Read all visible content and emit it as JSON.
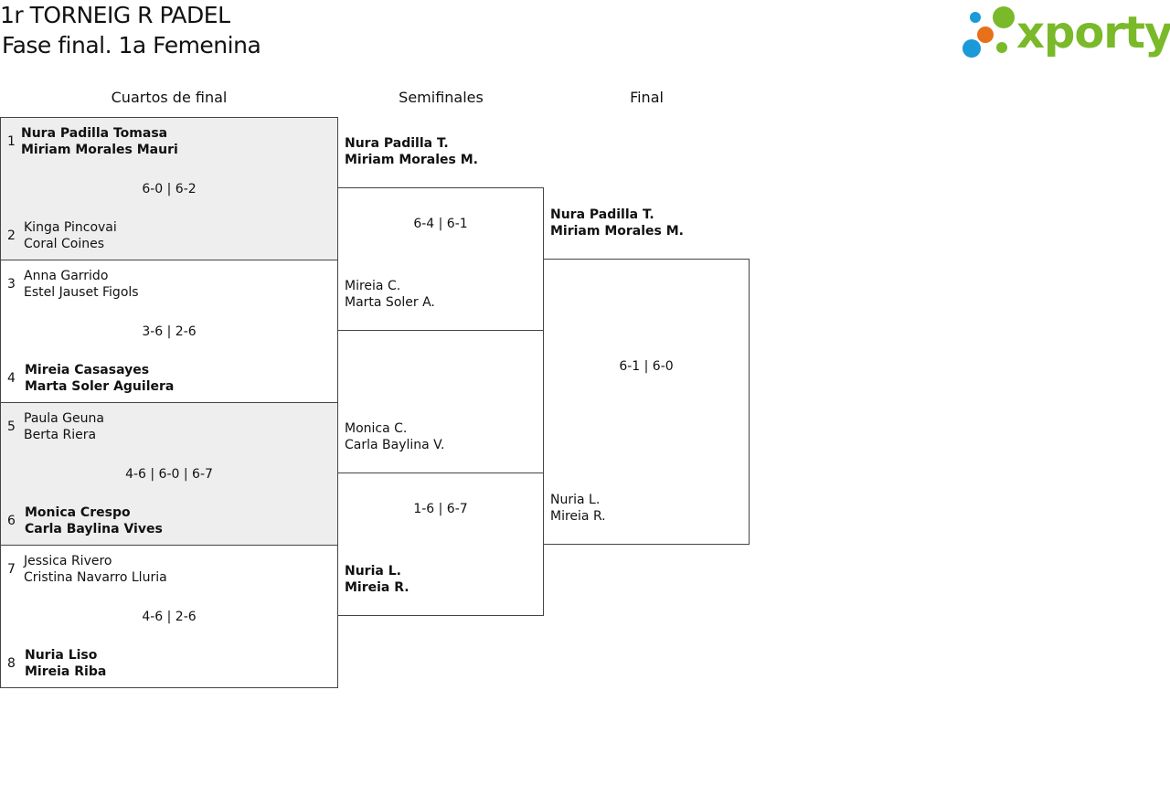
{
  "header": {
    "title": "1r TORNEIG R PADEL",
    "subtitle": "Fase final. 1a Femenina"
  },
  "logo": {
    "text": "xporty",
    "colors": {
      "green": "#7ab929",
      "blue": "#1a9ad6",
      "orange": "#e8701a"
    }
  },
  "rounds": {
    "quarterfinals": "Cuartos de final",
    "semifinals": "Semifinales",
    "final": "Final"
  },
  "quarterfinals": [
    {
      "top": {
        "seed": "1",
        "line1": "Nura Padilla Tomasa",
        "line2": "Miriam Morales Mauri",
        "winner": true
      },
      "bottom": {
        "seed": "2",
        "line1": "Kinga Pincovai",
        "line2": "Coral Coines",
        "winner": false
      },
      "score": "6-0 | 6-2"
    },
    {
      "top": {
        "seed": "3",
        "line1": "Anna Garrido",
        "line2": "Estel Jauset Figols",
        "winner": false
      },
      "bottom": {
        "seed": "4",
        "line1": "Mireia Casasayes",
        "line2": "Marta Soler Aguilera",
        "winner": true
      },
      "score": "3-6 | 2-6"
    },
    {
      "top": {
        "seed": "5",
        "line1": "Paula Geuna",
        "line2": "Berta Riera",
        "winner": false
      },
      "bottom": {
        "seed": "6",
        "line1": "Monica Crespo",
        "line2": "Carla Baylina Vives",
        "winner": true
      },
      "score": "4-6 | 6-0 | 6-7"
    },
    {
      "top": {
        "seed": "7",
        "line1": "Jessica Rivero",
        "line2": "Cristina Navarro Lluria",
        "winner": false
      },
      "bottom": {
        "seed": "8",
        "line1": "Nuria Liso",
        "line2": "Mireia Riba",
        "winner": true
      },
      "score": "4-6 | 2-6"
    }
  ],
  "semifinals": [
    {
      "top": {
        "line1": "Nura Padilla T.",
        "line2": "Miriam Morales M.",
        "winner": true
      },
      "bottom": {
        "line1": "Mireia C.",
        "line2": "Marta Soler A.",
        "winner": false
      },
      "score": "6-4 | 6-1"
    },
    {
      "top": {
        "line1": "Monica C.",
        "line2": "Carla Baylina V.",
        "winner": false
      },
      "bottom": {
        "line1": "Nuria L.",
        "line2": "Mireia R.",
        "winner": true
      },
      "score": "1-6 | 6-7"
    }
  ],
  "final": {
    "top": {
      "line1": "Nura Padilla T.",
      "line2": "Miriam Morales M.",
      "winner": true
    },
    "bottom": {
      "line1": "Nuria L.",
      "line2": "Mireia R.",
      "winner": false
    },
    "score": "6-1 | 6-0"
  }
}
